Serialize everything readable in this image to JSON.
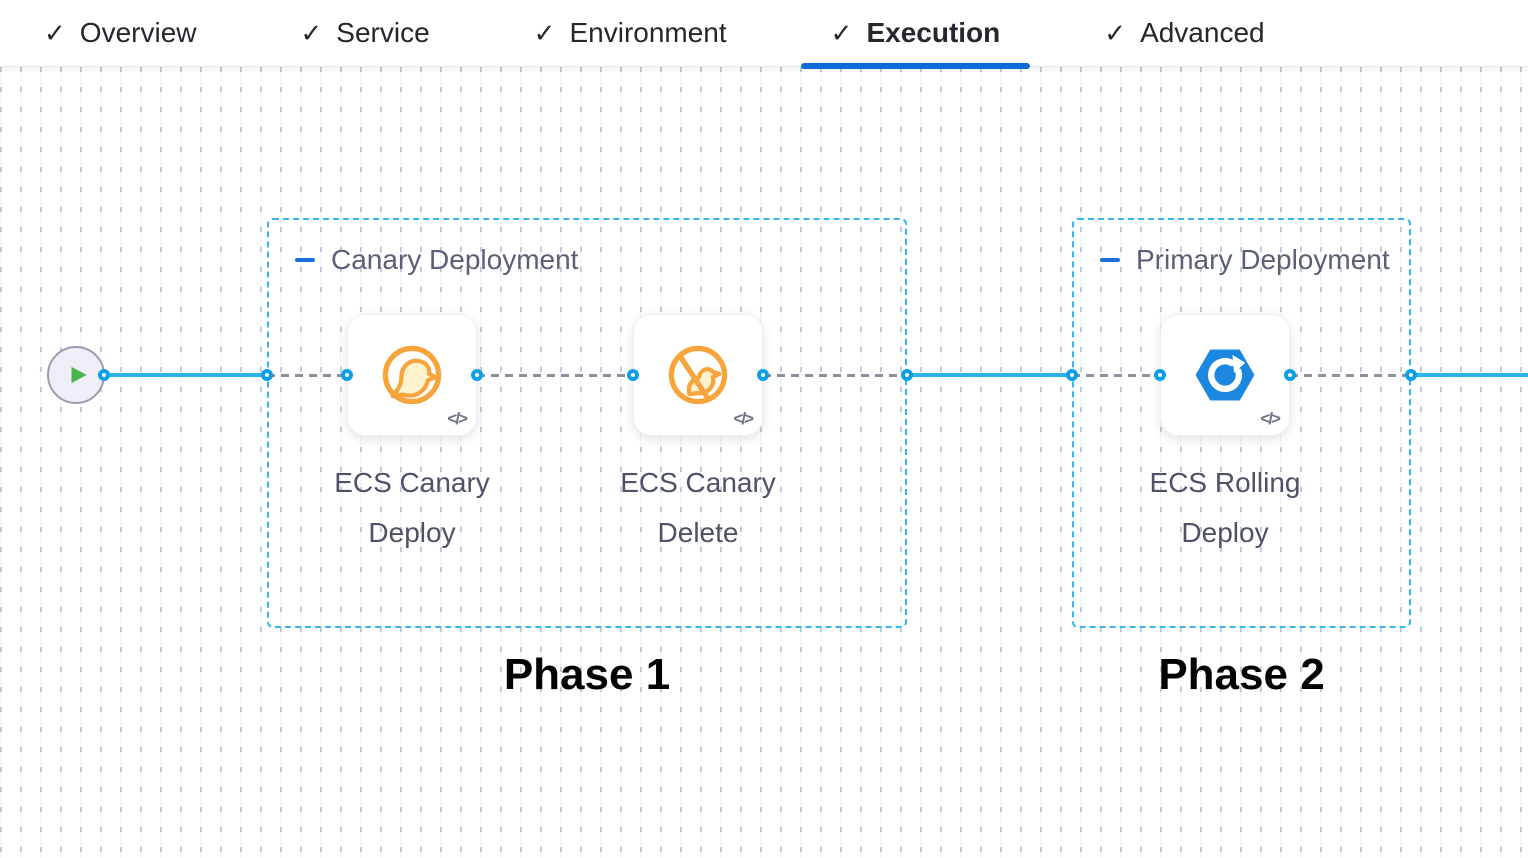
{
  "header": {
    "check_glyph": "✓",
    "tabs": [
      {
        "label": "Overview",
        "checked": true,
        "active": false
      },
      {
        "label": "Service",
        "checked": true,
        "active": false
      },
      {
        "label": "Environment",
        "checked": true,
        "active": false
      },
      {
        "label": "Execution",
        "checked": true,
        "active": true
      },
      {
        "label": "Advanced",
        "checked": true,
        "active": false
      }
    ]
  },
  "pipeline": {
    "groups": [
      {
        "label": "Canary Deployment",
        "phase": "Phase 1"
      },
      {
        "label": "Primary Deployment",
        "phase": "Phase 2"
      }
    ],
    "steps": [
      {
        "name": "ECS Canary Deploy",
        "icon": "canary-deploy-icon"
      },
      {
        "name": "ECS Canary Delete",
        "icon": "canary-delete-icon"
      },
      {
        "name": "ECS Rolling Deploy",
        "icon": "rolling-deploy-icon"
      }
    ],
    "code_glyph": "</>"
  },
  "colors": {
    "active_tab_underline": "#0f6bd7",
    "link_blue": "#2eb3f1",
    "port_ring": "#0b9fe7",
    "group_border": "#35b5f2",
    "link_gray": "#8e90a0",
    "canary_orange": "#f6a43b",
    "rolling_blue": "#1b87de",
    "play_green": "#4db34f",
    "text_dark": "#25272d",
    "text_slate": "#4f5166"
  }
}
